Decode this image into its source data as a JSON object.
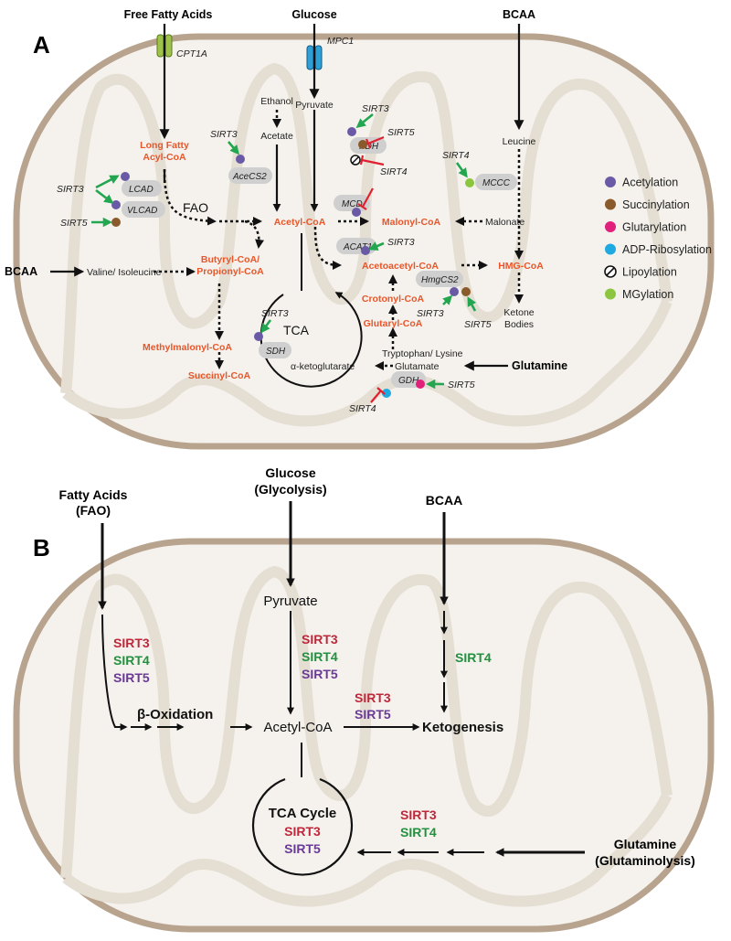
{
  "panel_a": {
    "label": "A",
    "inputs": {
      "free_fatty_acids": "Free Fatty Acids",
      "glucose": "Glucose",
      "bcaa_top": "BCAA",
      "bcaa_left": "BCAA",
      "glutamine": "Glutamine"
    },
    "transporters": {
      "cpt1a": "CPT1A",
      "mpc1": "MPC1"
    },
    "metabolites_orange": {
      "long_fatty_1": "Long Fatty",
      "long_fatty_2": "Acyl-CoA",
      "acetyl_coa": "Acetyl-CoA",
      "malonyl_coa": "Malonyl-CoA",
      "butyryl_1": "Butyryl-CoA/",
      "butyryl_2": "Propionyl-CoA",
      "acetoacetyl_coa": "Acetoacetyl-CoA",
      "hmg_coa": "HMG-CoA",
      "crotonyl_coa": "Crotonyl-CoA",
      "glutaryl_coa": "Glutaryl-CoA",
      "methylmalonyl_coa": "Methylmalonyl-CoA",
      "succinyl_coa": "Succinyl-CoA"
    },
    "metabolites_plain": {
      "ethanol": "Ethanol",
      "acetate": "Acetate",
      "pyruvate": "Pyruvate",
      "leucine": "Leucine",
      "fao": "FAO",
      "malonate": "Malonate",
      "valine": "Valine/ Isoleucine",
      "tca": "TCA",
      "alpha_kg": "α-ketoglutarate",
      "tryptophan": "Tryptophan/ Lysine",
      "glutamate": "Glutamate",
      "ketone_1": "Ketone",
      "ketone_2": "Bodies"
    },
    "enzymes": {
      "pdh": "PDH",
      "acecs2": "AceCS2",
      "lcad": "LCAD",
      "vlcad": "VLCAD",
      "mcd": "MCD",
      "acat1": "ACAT1",
      "mccc": "MCCC",
      "hmgcs2": "HmgCS2",
      "sdh": "SDH",
      "gdh": "GDH"
    },
    "sirtuins": {
      "pdh_sirt3": "SIRT3",
      "pdh_sirt5": "SIRT5",
      "pdh_sirt4": "SIRT4",
      "acecs2_sirt3": "SIRT3",
      "lcad_sirt3": "SIRT3",
      "vlcad_sirt5": "SIRT5",
      "mccc_sirt4": "SIRT4",
      "acat1_sirt3": "SIRT3",
      "hmgcs2_sirt3": "SIRT3",
      "hmgcs2_sirt5": "SIRT5",
      "sdh_sirt3": "SIRT3",
      "gdh_sirt4": "SIRT4",
      "gdh_sirt5": "SIRT5"
    },
    "legend": [
      {
        "label": "Acetylation",
        "color": "#6a5aa6"
      },
      {
        "label": "Succinylation",
        "color": "#8b5a2b"
      },
      {
        "label": "Glutarylation",
        "color": "#e0207a"
      },
      {
        "label": "ADP-Ribosylation",
        "color": "#1fa9e1"
      },
      {
        "label": "Lipoylation",
        "color": "#ffffff"
      },
      {
        "label": "MGylation",
        "color": "#8cc63f"
      }
    ]
  },
  "panel_b": {
    "label": "B",
    "inputs": {
      "fatty_acids_1": "Fatty Acids",
      "fatty_acids_2": "(FAO)",
      "glucose_1": "Glucose",
      "glucose_2": "(Glycolysis)",
      "bcaa": "BCAA",
      "glutamine_1": "Glutamine",
      "glutamine_2": "(Glutaminolysis)"
    },
    "nodes": {
      "pyruvate": "Pyruvate",
      "beta_oxidation": "β-Oxidation",
      "acetyl_coa": "Acetyl-CoA",
      "ketogenesis": "Ketogenesis",
      "tca_cycle": "TCA Cycle"
    },
    "sirtuins": {
      "fao_sirt3": "SIRT3",
      "fao_sirt4": "SIRT4",
      "fao_sirt5": "SIRT5",
      "pyr_sirt3": "SIRT3",
      "pyr_sirt4": "SIRT4",
      "pyr_sirt5": "SIRT5",
      "bcaa_sirt4": "SIRT4",
      "keto_sirt3": "SIRT3",
      "keto_sirt5": "SIRT5",
      "tca_sirt3": "SIRT3",
      "tca_sirt5": "SIRT5",
      "gln_sirt3": "SIRT3",
      "gln_sirt4": "SIRT4"
    }
  },
  "colors": {
    "membrane": "#b8a48e",
    "matrix": "#f4f1ec",
    "cristae": "#e3ddd2",
    "metabolite_orange": "#e8562a",
    "activating_arrow": "#22a650",
    "inhibiting_bar": "#e0202f",
    "enzyme_pill": "#cfcfcf"
  }
}
